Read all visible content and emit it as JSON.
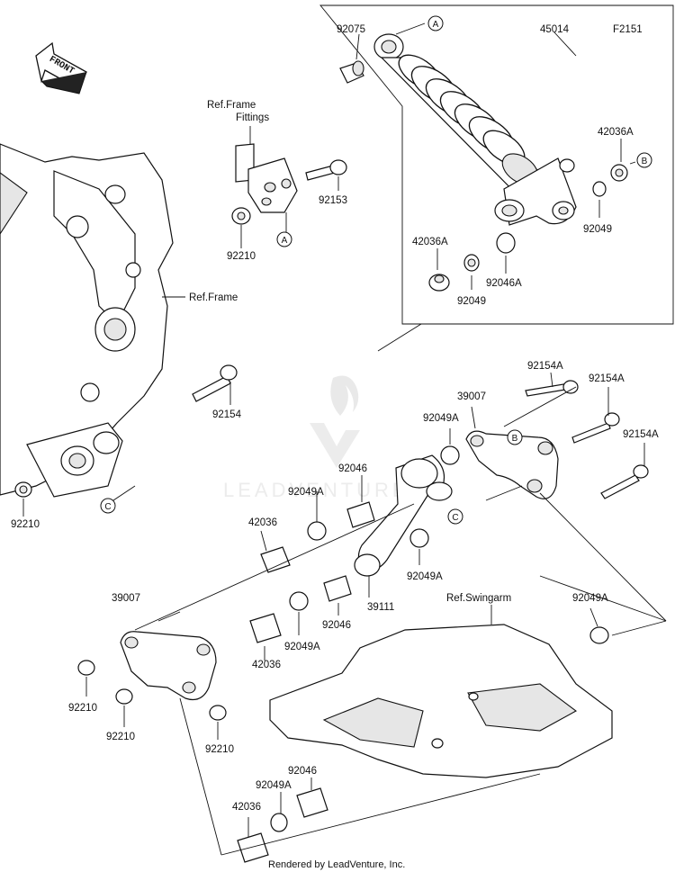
{
  "diagram": {
    "code": "F2151",
    "front_label": "FRONT",
    "wordmark": "LEADVENTURE",
    "footer": "Rendered by LeadVenture, Inc.",
    "refs": {
      "frame_fittings_1": "Ref.Frame",
      "frame_fittings_2": "Fittings",
      "frame": "Ref.Frame",
      "swingarm": "Ref.Swingarm"
    },
    "callouts": {
      "a": "A",
      "b": "B",
      "c": "C"
    },
    "parts": {
      "shock_assembly": "45014",
      "bushing_top": "92075",
      "collar_a_right": "42036A",
      "collar_a_left": "42036A",
      "seal_right": "92049",
      "seal_left": "92049",
      "bearing_shock": "92046A",
      "bolt_fittings": "92153",
      "nut_fittings": "92210",
      "bolt_frame": "92154",
      "nut_frame": "92210",
      "bolt_a_1": "92154A",
      "bolt_a_2": "92154A",
      "bolt_a_3": "92154A",
      "link_plate_right": "39007",
      "link_plate_left": "39007",
      "seal_a_1": "92049A",
      "seal_a_2": "92049A",
      "seal_a_3": "92049A",
      "seal_a_4": "92049A",
      "seal_a_5": "92049A",
      "seal_a_6": "92049A",
      "bearing_1": "92046",
      "bearing_2": "92046",
      "bearing_3": "92046",
      "collar_1": "42036",
      "collar_2": "42036",
      "collar_3": "42036",
      "rocker_arm": "39111",
      "nut_1": "92210",
      "nut_2": "92210",
      "nut_3": "92210"
    }
  }
}
